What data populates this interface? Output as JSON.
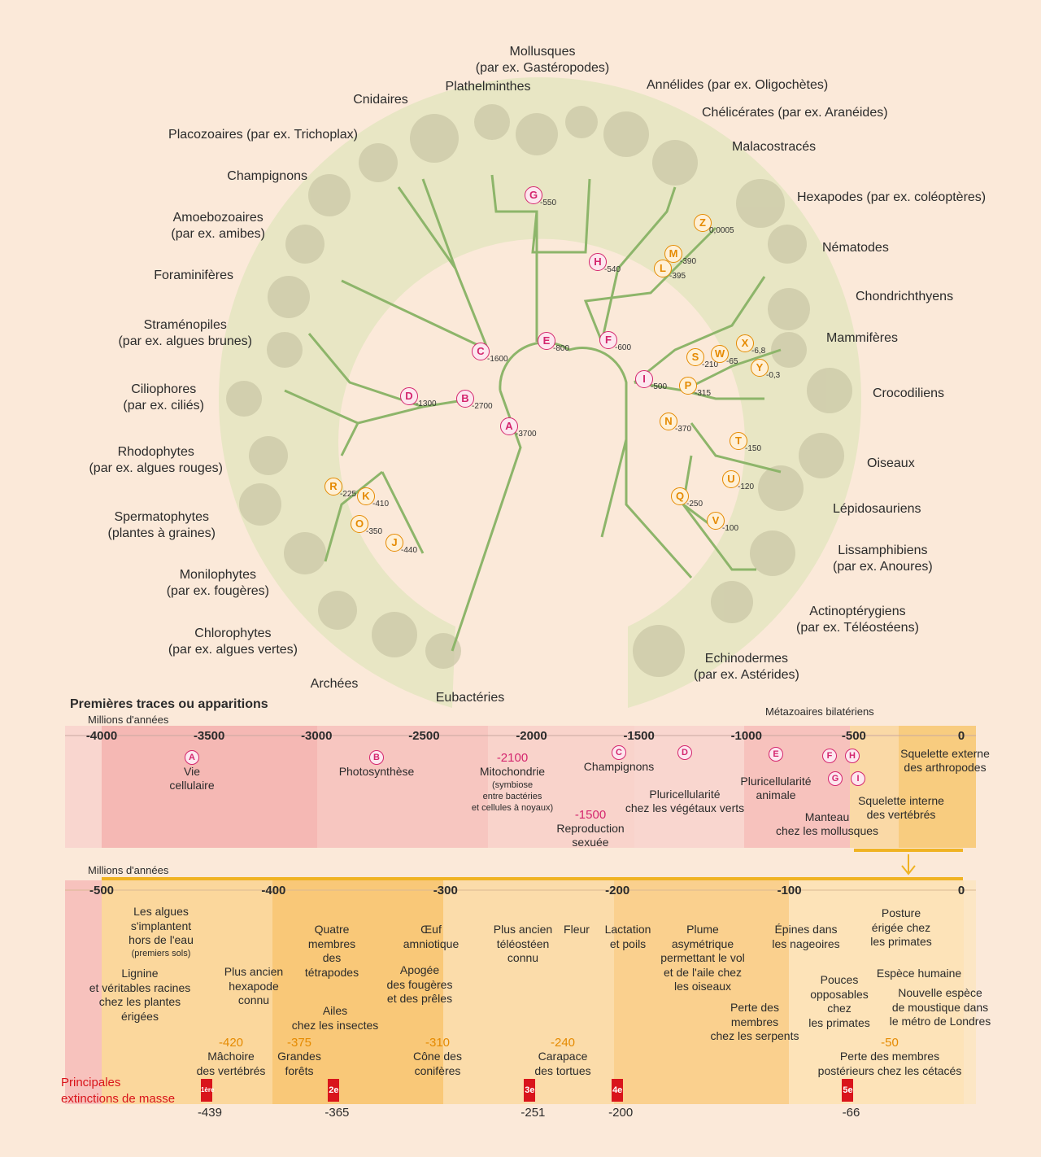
{
  "tree": {
    "groups": [
      {
        "id": "mollusques",
        "text": "Mollusques\n(par ex. Gastéropodes)"
      },
      {
        "id": "plathelminthes",
        "text": "Plathelminthes"
      },
      {
        "id": "annelides",
        "text": "Annélides (par ex. Oligochètes)"
      },
      {
        "id": "chelicerates",
        "text": "Chélicérates (par ex. Aranéides)"
      },
      {
        "id": "cnidaires",
        "text": "Cnidaires"
      },
      {
        "id": "placozoaires",
        "text": "Placozoaires (par ex. Trichoplax)"
      },
      {
        "id": "malacostraces",
        "text": "Malacostracés"
      },
      {
        "id": "champignons",
        "text": "Champignons"
      },
      {
        "id": "hexapodes",
        "text": "Hexapodes (par ex. coléoptères)"
      },
      {
        "id": "amoebozoaires",
        "text": "Amoebozoaires\n(par ex. amibes)"
      },
      {
        "id": "nematodes",
        "text": "Nématodes"
      },
      {
        "id": "foraminiferes",
        "text": "Foraminifères"
      },
      {
        "id": "chondrichthyens",
        "text": "Chondrichthyens"
      },
      {
        "id": "stramenopiles",
        "text": "Straménopiles\n(par ex. algues brunes)"
      },
      {
        "id": "mammiferes",
        "text": "Mammifères"
      },
      {
        "id": "ciliophores",
        "text": "Ciliophores\n(par ex. ciliés)"
      },
      {
        "id": "crocodiliens",
        "text": "Crocodiliens"
      },
      {
        "id": "rhodophytes",
        "text": "Rhodophytes\n(par ex. algues rouges)"
      },
      {
        "id": "oiseaux",
        "text": "Oiseaux"
      },
      {
        "id": "spermatophytes",
        "text": "Spermatophytes\n(plantes à graines)"
      },
      {
        "id": "lepidosauriens",
        "text": "Lépidosauriens"
      },
      {
        "id": "lissamphibiens",
        "text": "Lissamphibiens\n(par ex. Anoures)"
      },
      {
        "id": "monilophytes",
        "text": "Monilophytes\n(par ex. fougères)"
      },
      {
        "id": "actinopterygiens",
        "text": "Actinoptérygiens\n(par ex. Téléostéens)"
      },
      {
        "id": "chlorophytes",
        "text": "Chlorophytes\n(par ex. algues vertes)"
      },
      {
        "id": "echinodermes",
        "text": "Echinodermes\n(par ex. Astérides)"
      },
      {
        "id": "archees",
        "text": "Archées"
      },
      {
        "id": "eubacteries",
        "text": "Eubactéries"
      }
    ],
    "nodes": [
      {
        "l": "A",
        "v": "-3700",
        "c": "mag"
      },
      {
        "l": "B",
        "v": "-2700",
        "c": "mag"
      },
      {
        "l": "C",
        "v": "-1600",
        "c": "mag"
      },
      {
        "l": "D",
        "v": "-1300",
        "c": "mag"
      },
      {
        "l": "E",
        "v": "-800",
        "c": "mag"
      },
      {
        "l": "F",
        "v": "-600",
        "c": "mag"
      },
      {
        "l": "G",
        "v": "-550",
        "c": "mag"
      },
      {
        "l": "H",
        "v": "-540",
        "c": "mag"
      },
      {
        "l": "I",
        "v": "-500",
        "c": "mag"
      },
      {
        "l": "J",
        "v": "-440",
        "c": "org"
      },
      {
        "l": "K",
        "v": "-410",
        "c": "org"
      },
      {
        "l": "L",
        "v": "-395",
        "c": "org"
      },
      {
        "l": "M",
        "v": "-390",
        "c": "org"
      },
      {
        "l": "N",
        "v": "-370",
        "c": "org"
      },
      {
        "l": "O",
        "v": "-350",
        "c": "org"
      },
      {
        "l": "P",
        "v": "-315",
        "c": "org"
      },
      {
        "l": "Q",
        "v": "-250",
        "c": "org"
      },
      {
        "l": "R",
        "v": "-225",
        "c": "org"
      },
      {
        "l": "S",
        "v": "-210",
        "c": "org"
      },
      {
        "l": "T",
        "v": "-150",
        "c": "org"
      },
      {
        "l": "U",
        "v": "-120",
        "c": "org"
      },
      {
        "l": "V",
        "v": "-100",
        "c": "org"
      },
      {
        "l": "W",
        "v": "-65",
        "c": "org"
      },
      {
        "l": "X",
        "v": "-6,8",
        "c": "org"
      },
      {
        "l": "Y",
        "v": "-0,3",
        "c": "org"
      },
      {
        "l": "Z",
        "v": "0,0005",
        "c": "org"
      }
    ]
  },
  "timeline1": {
    "title": "Premières traces ou apparitions",
    "unit": "Millions d'années",
    "ticks": [
      "-4000",
      "-3500",
      "-3000",
      "-2500",
      "-2000",
      "-1500",
      "-1000",
      "-500",
      "0"
    ],
    "top_label": "Métazoaires bilatériens",
    "events": [
      {
        "l": "A",
        "text": "Vie\ncellulaire"
      },
      {
        "l": "B",
        "text": "Photosynthèse"
      },
      {
        "date": "-2100",
        "text": "Mitochondrie",
        "note": "(symbiose\nentre bactéries\net cellules à noyaux)"
      },
      {
        "date": "-1500",
        "text": "Reproduction\nsexuée"
      },
      {
        "l": "C",
        "text": "Champignons"
      },
      {
        "l": "D",
        "text": "Pluricellularité\nchez les végétaux verts"
      },
      {
        "l": "E",
        "text": "Pluricellularité\nanimale"
      },
      {
        "l": "F",
        "text": ""
      },
      {
        "l": "G",
        "text": "Manteau\nchez les mollusques"
      },
      {
        "l": "H",
        "text": "Squelette externe\ndes arthropodes"
      },
      {
        "l": "I",
        "text": "Squelette interne\ndes vertébrés"
      }
    ]
  },
  "timeline2": {
    "unit": "Millions d'années",
    "ticks": [
      "-500",
      "-400",
      "-300",
      "-200",
      "-100",
      "0"
    ],
    "events": [
      {
        "text": "Les algues\ns'implantent\nhors de l'eau",
        "note": "(premiers sols)"
      },
      {
        "text": "Lignine\net véritables racines\nchez les plantes\nérigées"
      },
      {
        "text": "Plus ancien\nhexapode\nconnu"
      },
      {
        "text": "Ailes\nchez les insectes"
      },
      {
        "text": "Quatre\nmembres\ndes\ntétrapodes"
      },
      {
        "text": "Apogée\ndes fougères\net des prêles"
      },
      {
        "text": "Œuf\namniotique"
      },
      {
        "text": "Plus ancien\ntéléostéen\nconnu"
      },
      {
        "text": "Fleur"
      },
      {
        "text": "Lactation\net poils"
      },
      {
        "text": "Plume\nasymétrique\npermettant le vol\net de l'aile chez\nles oiseaux"
      },
      {
        "text": "Perte des\nmembres\nchez les serpents"
      },
      {
        "text": "Épines dans\nles nageoires"
      },
      {
        "text": "Pouces\nopposables\nchez\nles primates"
      },
      {
        "text": "Posture\nérigée chez\nles primates"
      },
      {
        "text": "Espèce humaine"
      },
      {
        "text": "Nouvelle espèce\nde moustique dans\nle métro de Londres"
      },
      {
        "date": "-420",
        "text": "Mâchoire\ndes vertébrés"
      },
      {
        "date": "-375",
        "text": "Grandes\nforêts"
      },
      {
        "date": "-310",
        "text": "Cône des\nconifères"
      },
      {
        "date": "-240",
        "text": "Carapace\ndes tortues"
      },
      {
        "date": "-50",
        "text": "Perte des membres\npostérieurs chez les cétacés"
      }
    ]
  },
  "extinctions": {
    "title": "Principales\nextinctions de masse",
    "items": [
      {
        "n": "1ère",
        "year": "-439"
      },
      {
        "n": "2e",
        "year": "-365"
      },
      {
        "n": "3e",
        "year": "-251"
      },
      {
        "n": "4e",
        "year": "-200"
      },
      {
        "n": "5e",
        "year": "-66"
      }
    ]
  },
  "colors": {
    "bg": "#fbe9d9",
    "ring": "#ebe8c8",
    "branch": "#8db56a",
    "magenta": "#d4266e",
    "orange": "#e58a00",
    "extinction": "#d9141b"
  }
}
